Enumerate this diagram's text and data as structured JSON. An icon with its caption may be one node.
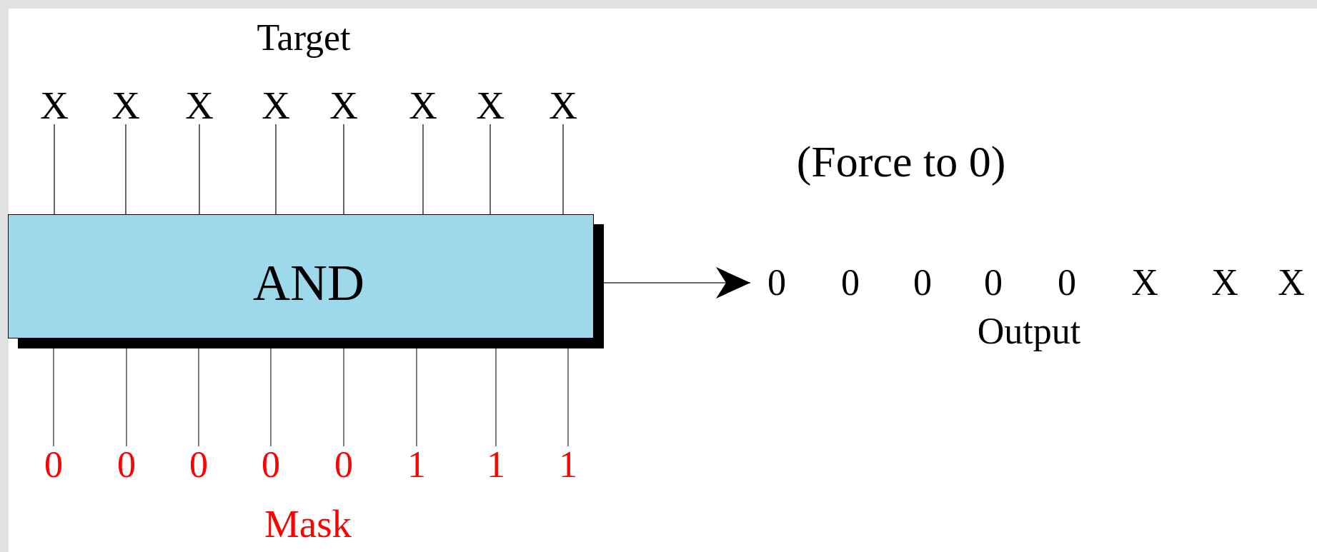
{
  "diagram": {
    "nodes": [
      {
        "text": [
          "X"
        ]
      },
      {
        "text": [
          "X"
        ]
      },
      {
        "text": [
          "X"
        ]
      },
      {
        "text": [
          "X"
        ]
      },
      {
        "text": [
          "X"
        ]
      },
      {
        "text": [
          "X"
        ]
      },
      {
        "text": [
          "X"
        ]
      },
      {
        "text": [
          "X"
        ]
      },
      {
        "text": [
          "AND"
        ]
      },
      {
        "text": [
          "0",
          "0",
          "0",
          "0",
          "0",
          "X",
          "X",
          "X",
          "Output"
        ]
      },
      {
        "text": [
          "0"
        ]
      },
      {
        "text": [
          "0"
        ]
      },
      {
        "text": [
          "0"
        ]
      },
      {
        "text": [
          "0"
        ]
      },
      {
        "text": [
          "0"
        ]
      },
      {
        "text": [
          "1"
        ]
      },
      {
        "text": [
          "1"
        ]
      },
      {
        "text": [
          "1"
        ]
      }
    ],
    "edges": [
      {
        "from": 0,
        "to": 8,
        "arrow": "none"
      },
      {
        "from": 1,
        "to": 8,
        "arrow": "none"
      },
      {
        "from": 2,
        "to": 8,
        "arrow": "none"
      },
      {
        "from": 3,
        "to": 8,
        "arrow": "none"
      },
      {
        "from": 4,
        "to": 8,
        "arrow": "none"
      },
      {
        "from": 5,
        "to": 8,
        "arrow": "none"
      },
      {
        "from": 6,
        "to": 8,
        "arrow": "none"
      },
      {
        "from": 7,
        "to": 8,
        "arrow": "none"
      },
      {
        "from": 8,
        "to": 9,
        "arrow": "to"
      },
      {
        "from": 10,
        "to": 8,
        "arrow": "none",
        "color": "#555555"
      },
      {
        "from": 11,
        "to": 8,
        "arrow": "none",
        "color": "#555555"
      },
      {
        "from": 12,
        "to": 8,
        "arrow": "none",
        "color": "#555555"
      },
      {
        "from": 13,
        "to": 8,
        "arrow": "none",
        "color": "#555555"
      },
      {
        "from": 14,
        "to": 8,
        "arrow": "none",
        "color": "#555555"
      },
      {
        "from": 15,
        "to": 8,
        "arrow": "none",
        "color": "#555555"
      },
      {
        "from": 16,
        "to": 8,
        "arrow": "none",
        "color": "#555555"
      },
      {
        "from": 17,
        "to": 8,
        "arrow": "none",
        "color": "#555555"
      }
    ],
    "labels": [
      "Target",
      "(Force to 0)",
      "Mask"
    ]
  }
}
